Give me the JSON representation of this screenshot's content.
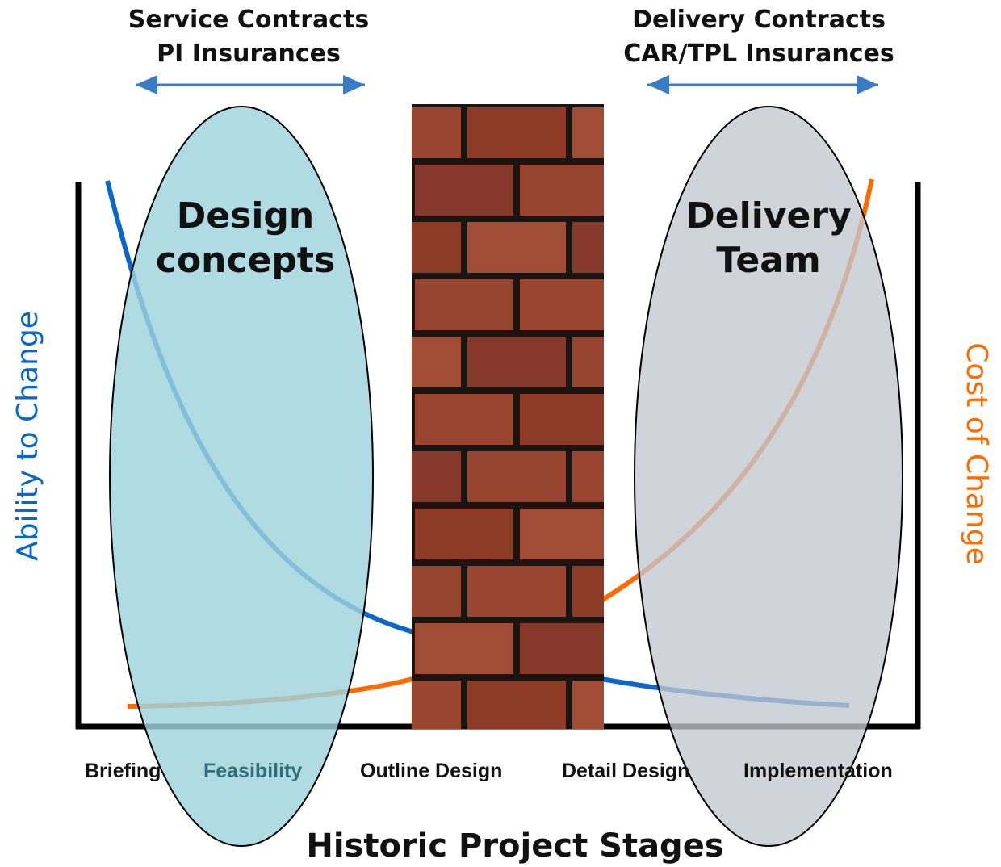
{
  "top_left": {
    "line1": "Service Contracts",
    "line2": "PI Insurances"
  },
  "top_right": {
    "line1": "Delivery Contracts",
    "line2": "CAR/TPL Insurances"
  },
  "left_oval": {
    "line1": "Design",
    "line2": "concepts"
  },
  "right_oval": {
    "line1": "Delivery",
    "line2": "Team"
  },
  "left_axis_title": "Ability to Change",
  "right_axis_title": "Cost of Change",
  "x_axis_title": "Historic Project Stages",
  "stages": [
    "Briefing",
    "Feasibility",
    "Outline Design",
    "Detail Design",
    "Implementation"
  ],
  "colors": {
    "ability_line": "#0a66c8",
    "cost_line": "#ff6a00",
    "left_oval_fill": "#9fd3dd",
    "right_oval_fill": "#c2c7cf",
    "brick": "#8e3b27",
    "mortar": "#1b1410",
    "arrow": "#3a7bc8"
  }
}
